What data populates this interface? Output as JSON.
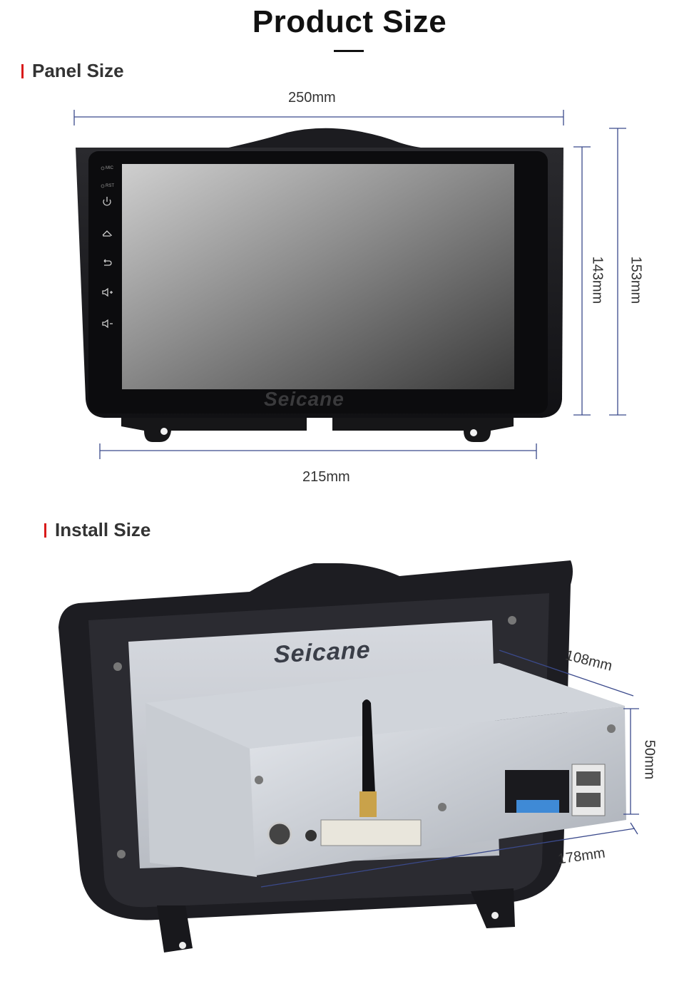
{
  "header": {
    "title": "Product Size"
  },
  "panel": {
    "heading": "Panel Size",
    "dims": {
      "top": "250mm",
      "bottom": "215mm",
      "inner_height": "143mm",
      "outer_height": "153mm"
    },
    "brand": "Seicane",
    "side_labels": {
      "mic": "MIC",
      "rst": "RST"
    },
    "side_icons": [
      "power-icon",
      "home-icon",
      "back-icon",
      "volume-up-icon",
      "volume-down-icon"
    ]
  },
  "install": {
    "heading": "Install Size",
    "dims": {
      "depth": "108mm",
      "height": "50mm",
      "width": "178mm"
    },
    "brand": "Seicane"
  },
  "colors": {
    "accent": "#d91a1a",
    "dimension_line": "#3b4a8c",
    "frame": "#1b1b1f"
  }
}
